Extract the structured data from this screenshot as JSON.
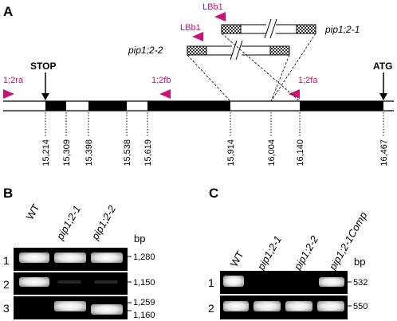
{
  "panel_a": {
    "label": "A",
    "stop_label": "STOP",
    "atg_label": "ATG",
    "primers": {
      "r2a": "1;2ra",
      "r2fb": "1;2fb",
      "r2fa": "1;2fa",
      "lbb1_top": "LBb1",
      "lbb1_mid": "LBb1"
    },
    "alleles": [
      "pip1;2-1",
      "pip1;2-2"
    ],
    "positions": [
      "15,214",
      "15,309",
      "15,398",
      "15,538",
      "15,619",
      "15,914",
      "16,004",
      "16,140",
      "16,467"
    ],
    "colors": {
      "primer": "#cc1177",
      "exon": "#000000"
    }
  },
  "panel_b": {
    "label": "B",
    "lanes": [
      "WT",
      "pip1;2-1",
      "pip1;2-2"
    ],
    "size_unit": "bp",
    "rows": [
      "1",
      "2",
      "3"
    ],
    "sizes": [
      "1,280",
      "1,150",
      "1,259",
      "1,160"
    ]
  },
  "panel_c": {
    "label": "C",
    "lanes": [
      "WT",
      "pip1;2-1",
      "pip1;2-2",
      "pip1;2-1Comp"
    ],
    "size_unit": "bp",
    "rows": [
      "1",
      "2"
    ],
    "sizes": [
      "532",
      "550"
    ]
  }
}
